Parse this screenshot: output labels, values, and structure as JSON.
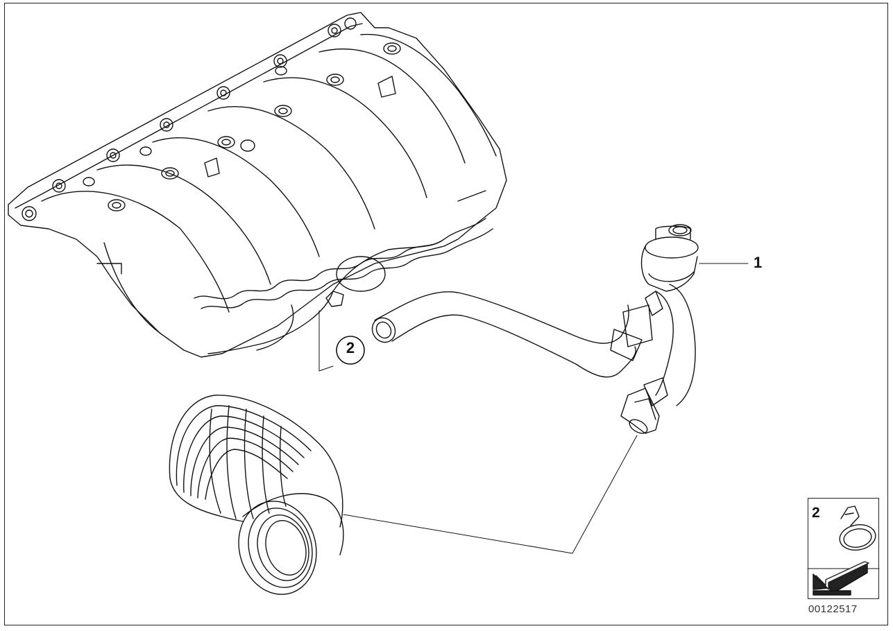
{
  "callouts": {
    "part_1": "1",
    "part_2": "2"
  },
  "legend": {
    "item_number": "2",
    "icon": "hose-clamp-icon",
    "nav_icon": "arrow-back-icon"
  },
  "document_number": "00122517",
  "colors": {
    "line": "#111111",
    "background": "#ffffff",
    "arrow_fill": "#222222"
  }
}
